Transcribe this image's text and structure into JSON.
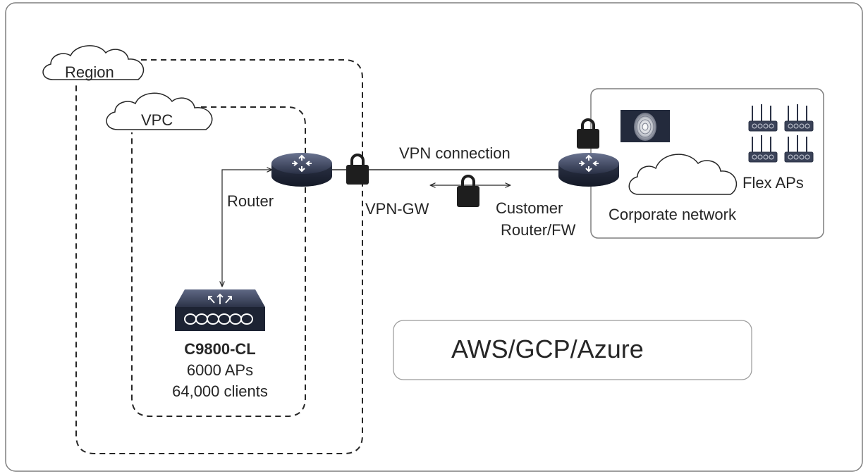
{
  "labels": {
    "region": "Region",
    "vpc": "VPC",
    "router": "Router",
    "vpn_gw": "VPN-GW",
    "vpn_connection": "VPN connection",
    "customer_router_line1": "Customer",
    "customer_router_line2": "Router/FW",
    "corporate_network": "Corporate network",
    "flex_aps": "Flex APs",
    "cloud_providers": "AWS/GCP/Azure"
  },
  "controller": {
    "model": "C9800-CL",
    "aps": "6000 APs",
    "clients": "64,000 clients"
  },
  "colors": {
    "text": "#262626",
    "line": "#262626",
    "border": "#7f7f7f",
    "device_dark": "#1d2333",
    "device_mid": "#3a4258",
    "lock": "#1e1e1e"
  },
  "icons": [
    "cloud-icon",
    "router-icon",
    "lock-icon",
    "controller-icon",
    "fingerprint-icon",
    "access-point-icon"
  ]
}
